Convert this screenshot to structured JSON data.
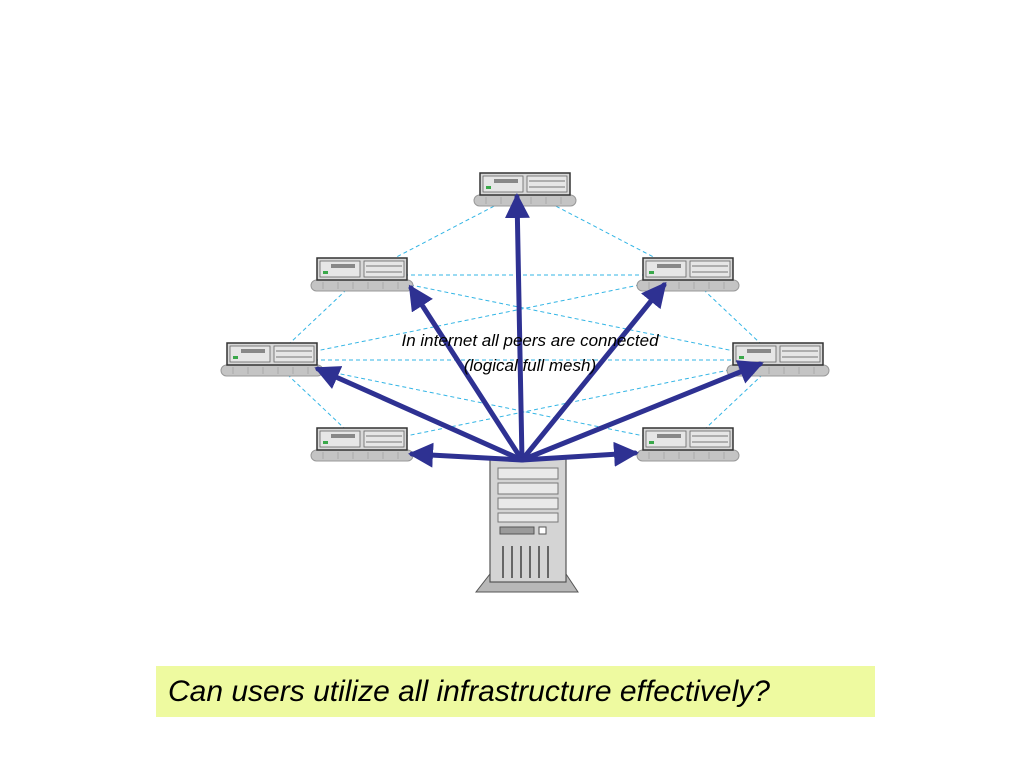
{
  "diagram": {
    "caption_line1": "In internet all peers are connected",
    "caption_line2": "(logical full mesh)",
    "question": "Can users utilize all infrastructure effectively?",
    "colors": {
      "arrow": "#2e3192",
      "mesh": "#33b5e5",
      "question_bg": "#eefaa0",
      "device_body": "#d8d8d8"
    },
    "nodes": [
      {
        "id": "top",
        "kind": "peer-server"
      },
      {
        "id": "upper-left",
        "kind": "peer-server"
      },
      {
        "id": "upper-right",
        "kind": "peer-server"
      },
      {
        "id": "middle-left",
        "kind": "peer-server"
      },
      {
        "id": "middle-right",
        "kind": "peer-server"
      },
      {
        "id": "lower-left",
        "kind": "peer-server"
      },
      {
        "id": "lower-right",
        "kind": "peer-server"
      },
      {
        "id": "tower",
        "kind": "tower-server"
      }
    ],
    "arrows_from_tower_to": [
      "top",
      "upper-left",
      "upper-right",
      "middle-left",
      "middle-right",
      "lower-left",
      "lower-right"
    ],
    "mesh_links": [
      [
        "top",
        "upper-left"
      ],
      [
        "top",
        "upper-right"
      ],
      [
        "upper-left",
        "upper-right"
      ],
      [
        "upper-left",
        "middle-left"
      ],
      [
        "upper-left",
        "middle-right"
      ],
      [
        "upper-right",
        "middle-right"
      ],
      [
        "upper-right",
        "middle-left"
      ],
      [
        "middle-left",
        "middle-right"
      ],
      [
        "middle-left",
        "lower-left"
      ],
      [
        "middle-left",
        "lower-right"
      ],
      [
        "middle-right",
        "lower-right"
      ],
      [
        "middle-right",
        "lower-left"
      ]
    ]
  }
}
